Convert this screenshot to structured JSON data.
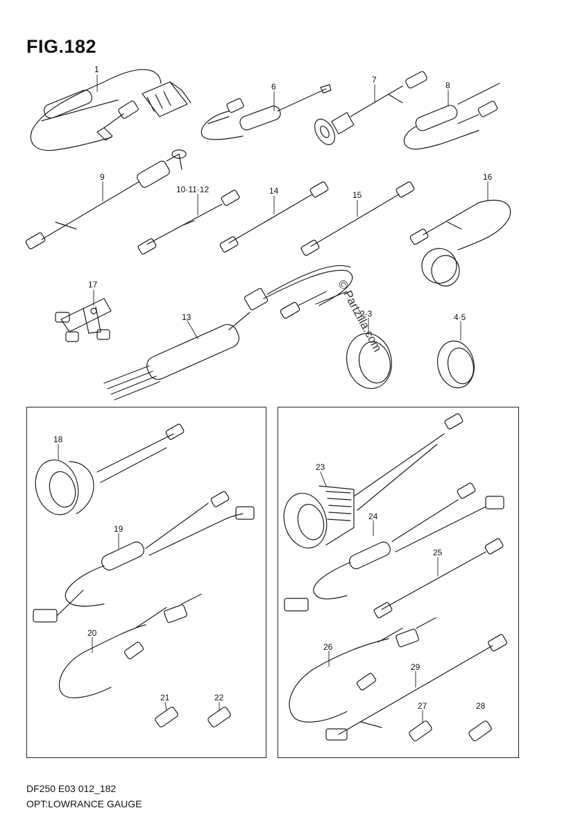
{
  "figure": {
    "title": "FIG.182",
    "code": "DF250 E03 012_182",
    "description": "OPT:LOWRANCE GAUGE",
    "watermark": "© Partzilla.com"
  },
  "callouts": [
    {
      "id": "c1",
      "label": "1"
    },
    {
      "id": "c6",
      "label": "6"
    },
    {
      "id": "c7",
      "label": "7"
    },
    {
      "id": "c8",
      "label": "8"
    },
    {
      "id": "c9",
      "label": "9"
    },
    {
      "id": "c10",
      "label": "10·11·12"
    },
    {
      "id": "c14",
      "label": "14"
    },
    {
      "id": "c15",
      "label": "15"
    },
    {
      "id": "c16",
      "label": "16"
    },
    {
      "id": "c17",
      "label": "17"
    },
    {
      "id": "c13",
      "label": "13"
    },
    {
      "id": "c2",
      "label": "2·3"
    },
    {
      "id": "c4",
      "label": "4·5"
    },
    {
      "id": "c18",
      "label": "18"
    },
    {
      "id": "c19",
      "label": "19"
    },
    {
      "id": "c20",
      "label": "20"
    },
    {
      "id": "c21",
      "label": "21"
    },
    {
      "id": "c22",
      "label": "22"
    },
    {
      "id": "c23",
      "label": "23"
    },
    {
      "id": "c24",
      "label": "24"
    },
    {
      "id": "c25",
      "label": "25"
    },
    {
      "id": "c26",
      "label": "26"
    },
    {
      "id": "c29",
      "label": "29"
    },
    {
      "id": "c27",
      "label": "27"
    },
    {
      "id": "c28",
      "label": "28"
    }
  ]
}
